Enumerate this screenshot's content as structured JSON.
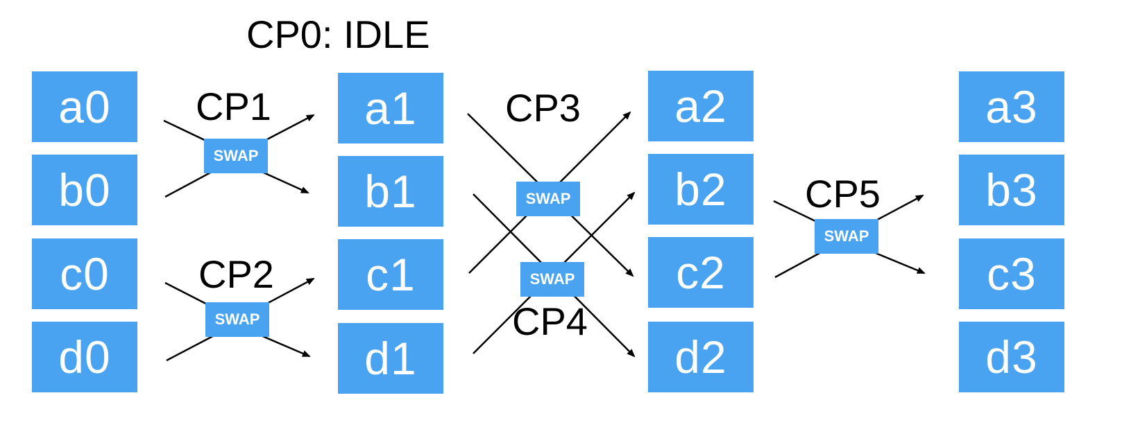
{
  "title": "CP0: IDLE",
  "colors": {
    "box_fill": "#4aa3f0",
    "box_text": "#ffffff",
    "line": "#000000"
  },
  "columns": [
    {
      "a": "a0",
      "b": "b0",
      "c": "c0",
      "d": "d0"
    },
    {
      "a": "a1",
      "b": "b1",
      "c": "c1",
      "d": "d1"
    },
    {
      "a": "a2",
      "b": "b2",
      "c": "c2",
      "d": "d2"
    },
    {
      "a": "a3",
      "b": "b3",
      "c": "c3",
      "d": "d3"
    }
  ],
  "checkpoints": {
    "cp1": "CP1",
    "cp2": "CP2",
    "cp3": "CP3",
    "cp4": "CP4",
    "cp5": "CP5"
  },
  "swap_label": "SWAP"
}
